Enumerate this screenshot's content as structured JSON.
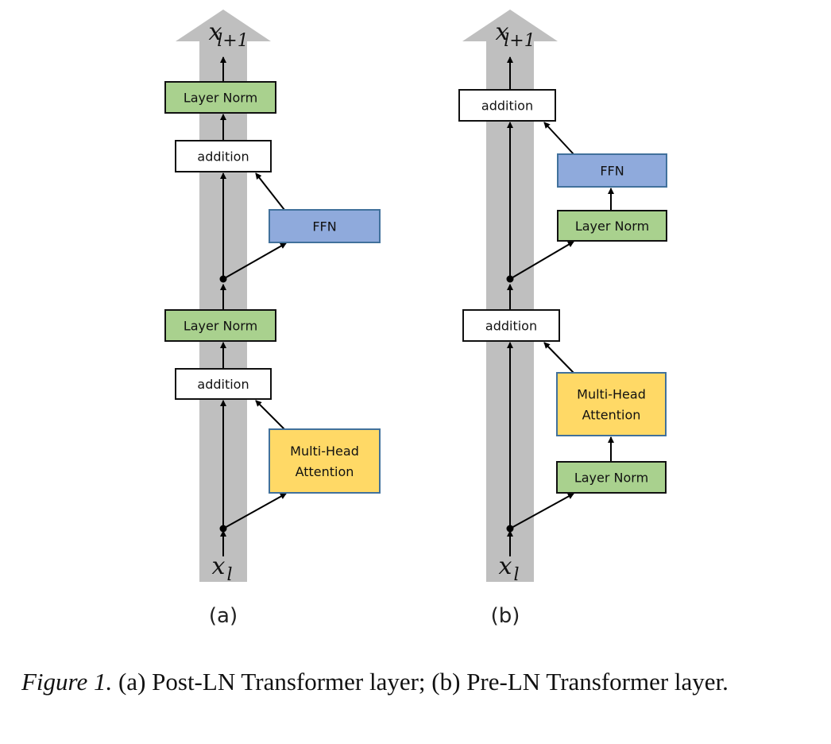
{
  "colors": {
    "residual": "#bfbfbf",
    "layer_norm": "#a9d18e",
    "ffn": "#8faadc",
    "attention": "#ffd966",
    "addition": "#ffffff"
  },
  "labels": {
    "layer_norm": "Layer Norm",
    "addition": "addition",
    "ffn": "FFN",
    "mha_line1": "Multi-Head",
    "mha_line2": "Attention",
    "x_in": "x",
    "x_in_sub": "l",
    "x_out": "x",
    "x_out_sub": "l+1"
  },
  "panels": {
    "a": "(a)",
    "b": "(b)"
  },
  "caption": {
    "prefix": "Figure 1.",
    "text": " (a) Post-LN Transformer layer; (b) Pre-LN Transformer layer."
  }
}
